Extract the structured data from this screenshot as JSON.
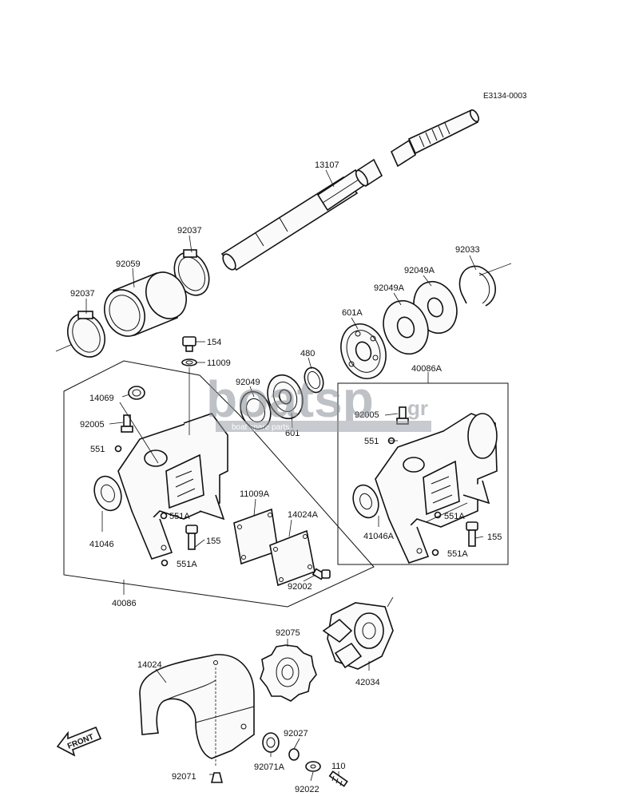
{
  "ref_code": "E3134-0003",
  "front_label": "FRONT",
  "watermark": {
    "brand_main": "boatsp",
    "brand_suffix": "gr",
    "tagline": "boat spare parts"
  },
  "labels": {
    "p13107": "13107",
    "p92037_top": "92037",
    "p92037_left": "92037",
    "p92059": "92059",
    "p92033": "92033",
    "p92049A_a": "92049A",
    "p92049A_b": "92049A",
    "p601A": "601A",
    "p480": "480",
    "p92049": "92049",
    "p601": "601",
    "p154": "154",
    "p11009": "11009",
    "p14069": "14069",
    "p92005_l": "92005",
    "p551_l": "551",
    "p551A_l1": "551A",
    "p155_l": "155",
    "p41046": "41046",
    "p551A_l2": "551A",
    "p11009A": "11009A",
    "p14024A": "14024A",
    "p92002": "92002",
    "p40086": "40086",
    "p40086A": "40086A",
    "p92005_r": "92005",
    "p551_r": "551",
    "p551A_r1": "551A",
    "p155_r": "155",
    "p41046A": "41046A",
    "p551A_r2": "551A",
    "p92075": "92075",
    "p14024": "14024",
    "p42034": "42034",
    "p92027": "92027",
    "p92071": "92071",
    "p92071A": "92071A",
    "p110": "110",
    "p92022": "92022"
  }
}
